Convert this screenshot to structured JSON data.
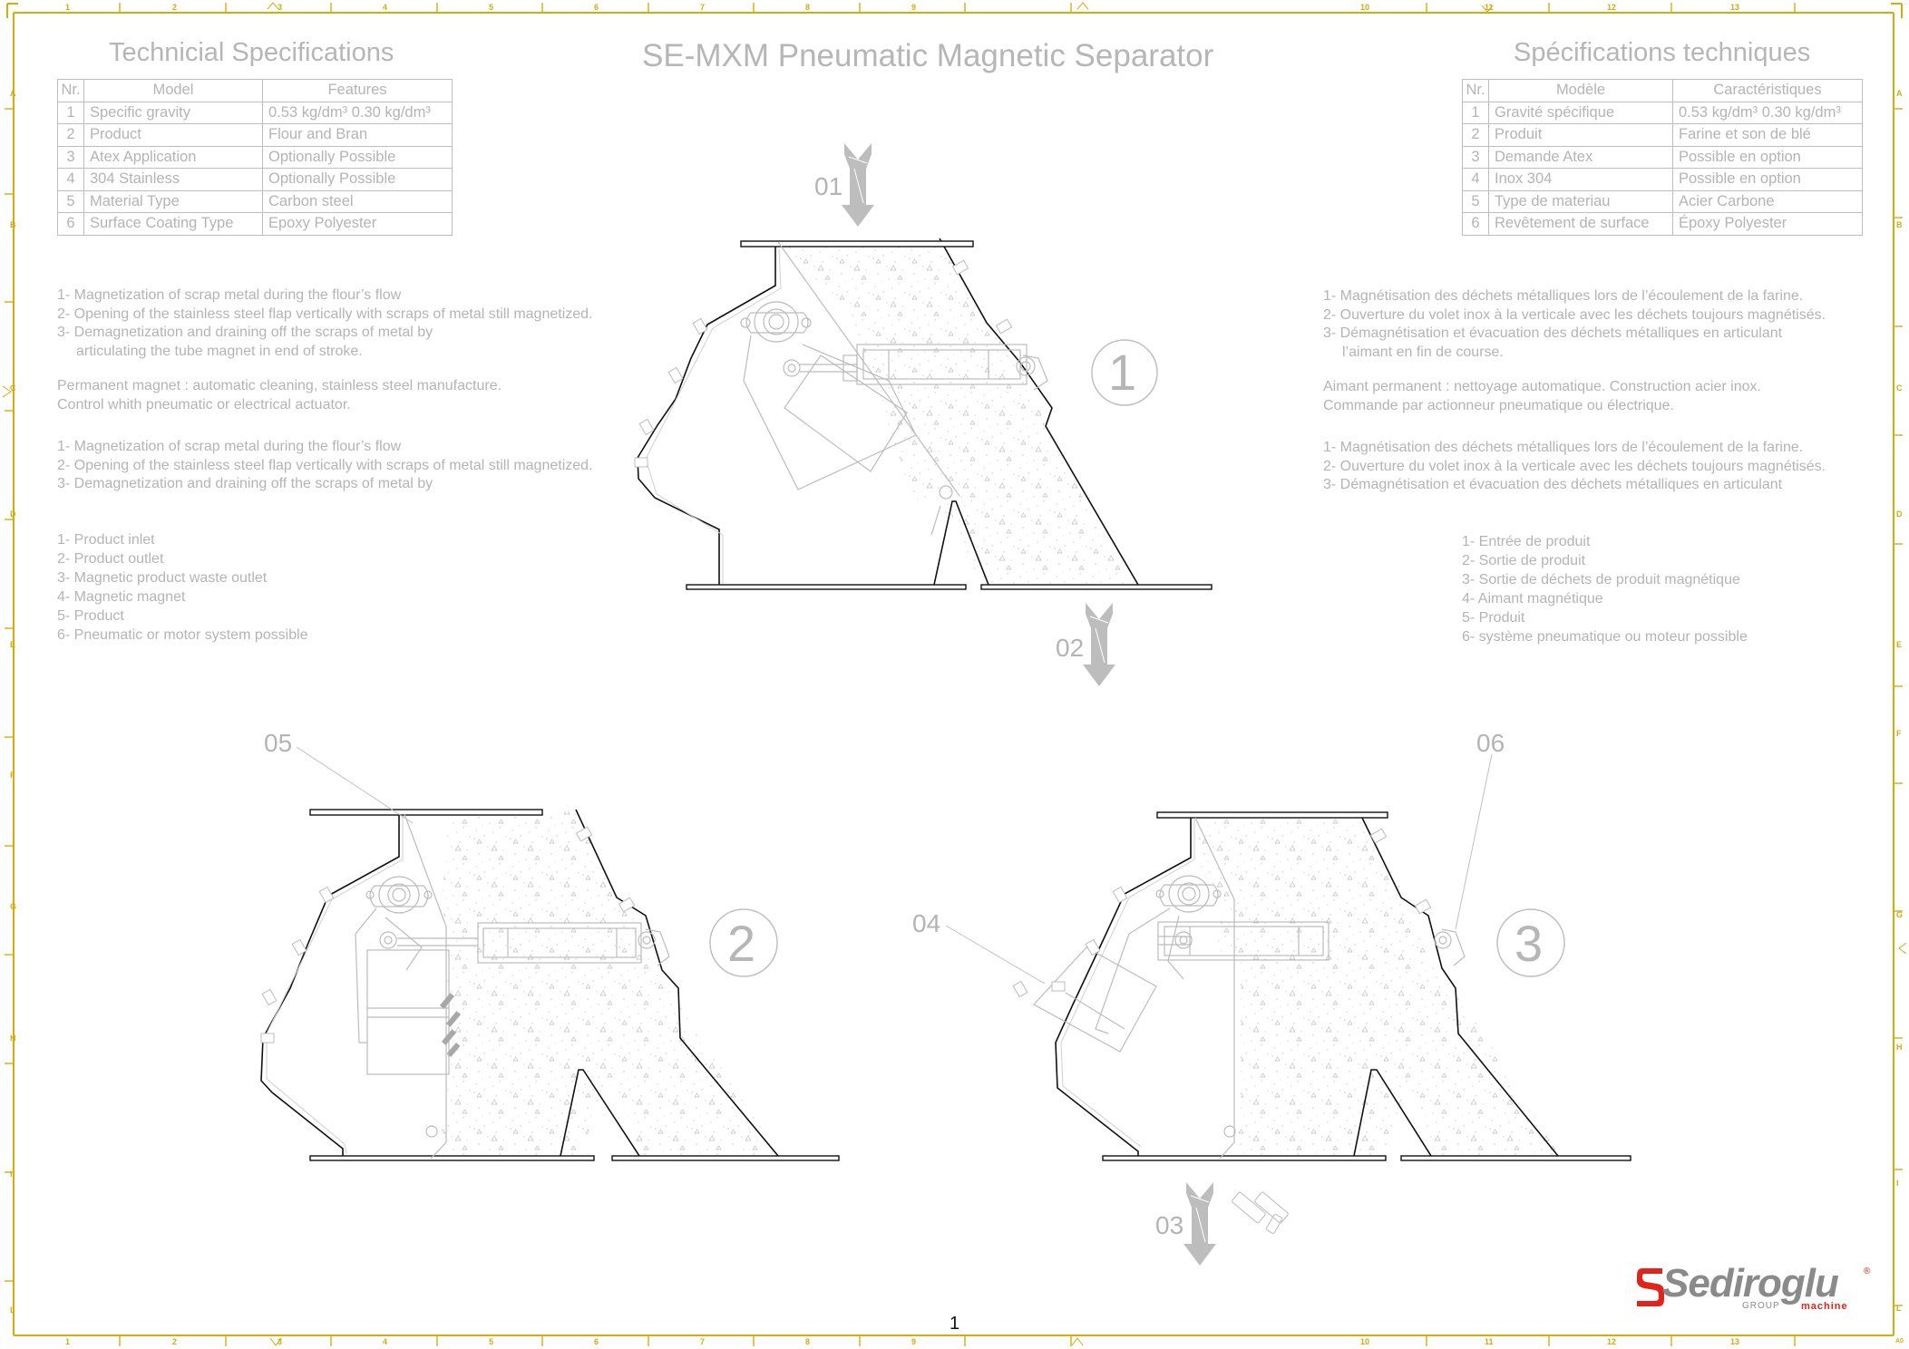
{
  "title": "SE-MXM Pneumatic Magnetic Separator",
  "page_number": "1",
  "frame": {
    "color": "#d4ac0d",
    "columns": [
      "1",
      "2",
      "3",
      "4",
      "5",
      "6",
      "7",
      "8",
      "9",
      "10",
      "11",
      "12",
      "13"
    ],
    "rows": [
      "A",
      "B",
      "C",
      "D",
      "E",
      "F",
      "G",
      "H",
      "I",
      "L"
    ],
    "corner_label": "A0"
  },
  "spec_en": {
    "heading": "Technicial Specifications",
    "headers": {
      "nr": "Nr.",
      "model": "Model",
      "features": "Features"
    },
    "rows": [
      {
        "nr": "1",
        "model": "Specific gravity",
        "value": "0.53 kg/dm³ 0.30 kg/dm³"
      },
      {
        "nr": "2",
        "model": "Product",
        "value": "Flour and Bran"
      },
      {
        "nr": "3",
        "model": "Atex Application",
        "value": "Optionally Possible"
      },
      {
        "nr": "4",
        "model": "304 Stainless",
        "value": "Optionally Possible"
      },
      {
        "nr": "5",
        "model": "Material Type",
        "value": "Carbon steel"
      },
      {
        "nr": "6",
        "model": "Surface Coating Type",
        "value": "Epoxy Polyester"
      }
    ]
  },
  "spec_fr": {
    "heading": "Spécifications techniques",
    "headers": {
      "nr": "Nr.",
      "model": "Modèle",
      "features": "Caractéristiques"
    },
    "rows": [
      {
        "nr": "1",
        "model": "Gravité spécifique",
        "value": "0.53 kg/dm³ 0.30 kg/dm³"
      },
      {
        "nr": "2",
        "model": "Produit",
        "value": "Farine et son de blé"
      },
      {
        "nr": "3",
        "model": "Demande Atex",
        "value": "Possible en option"
      },
      {
        "nr": "4",
        "model": "Inox 304",
        "value": "Possible en option"
      },
      {
        "nr": "5",
        "model": "Type de materiau",
        "value": "Acier Carbone"
      },
      {
        "nr": "6",
        "model": "Revêtement de surface",
        "value": "Époxy Polyester"
      }
    ]
  },
  "desc_en": {
    "steps1": [
      "1- Magnetization of scrap metal during the flour’s flow",
      "2- Opening of the stainless steel flap vertically with scraps of metal still magnetized.",
      "3- Demagnetization and draining off the scraps of metal by",
      "articulating the tube magnet in end of stroke."
    ],
    "permanent": [
      "Permanent magnet : automatic cleaning, stainless steel manufacture.",
      "Control whith pneumatic or electrical actuator."
    ],
    "steps2": [
      "1- Magnetization of scrap metal during the flour’s flow",
      "2- Opening of the stainless steel flap vertically with scraps of metal still magnetized.",
      "3- Demagnetization and draining off the scraps of metal by"
    ],
    "legend": [
      "1- Product inlet",
      "2- Product outlet",
      "3- Magnetic product waste outlet",
      "4- Magnetic magnet",
      "5- Product",
      "6- Pneumatic or motor system possible"
    ]
  },
  "desc_fr": {
    "steps1": [
      "1- Magnétisation des déchets métalliques lors de l’écoulement de la farine.",
      "2- Ouverture du volet inox à la verticale avec les déchets toujours magnétisés.",
      "3- Démagnétisation et évacuation des déchets métalliques en articulant",
      "l’aimant en fin de course."
    ],
    "permanent": [
      "Aimant permanent : nettoyage automatique. Construction acier inox.",
      "Commande par actionneur pneumatique ou électrique."
    ],
    "steps2": [
      "1- Magnétisation des déchets métalliques lors de l’écoulement de la farine.",
      "2- Ouverture du volet inox à la verticale avec les déchets toujours magnétisés.",
      "3- Démagnétisation et évacuation des déchets métalliques en articulant"
    ],
    "legend": [
      "1- Entrée de produit",
      "2- Sortie de produit",
      "3- Sortie de déchets de produit magnétique",
      "4- Aimant magnétique",
      "5- Produit",
      "6- système pneumatique ou moteur possible"
    ]
  },
  "diagrams": {
    "stage_labels": [
      "1",
      "2",
      "3"
    ],
    "callouts": {
      "inlet": "01",
      "outlet": "02",
      "waste": "03",
      "magnet": "04",
      "product": "05",
      "actuator": "06"
    }
  },
  "logo": {
    "brand": "Sediroglu",
    "group": "GROUP",
    "machine": "machine",
    "registered": "®",
    "accent_color": "#e2231a",
    "text_color": "#8a8a8a"
  }
}
